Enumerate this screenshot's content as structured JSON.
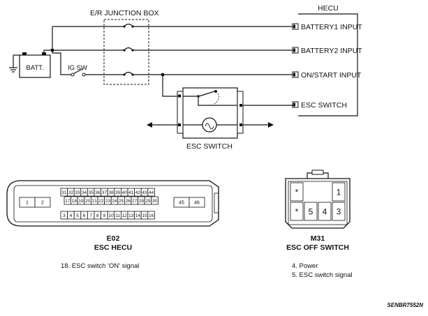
{
  "schematic": {
    "junction_box_label": "E/R JUNCTION BOX",
    "hecu_label": "HECU",
    "battery_label": "BATT.",
    "ig_sw_label": "IG SW",
    "hecu_inputs": [
      "BATTERY1 INPUT",
      "BATTERY2 INPUT",
      "ON/START INPUT",
      "ESC SWITCH"
    ],
    "esc_switch_label": "ESC SWITCH"
  },
  "connector_e02": {
    "code": "E02",
    "name": "ESC HECU",
    "pins_left": [
      "1",
      "2"
    ],
    "pins_top": [
      "31",
      "32",
      "33",
      "34",
      "35",
      "36",
      "37",
      "38",
      "39",
      "40",
      "41",
      "42",
      "43",
      "44"
    ],
    "pins_middle": [
      "17",
      "18",
      "19",
      "20",
      "21",
      "22",
      "23",
      "24",
      "25",
      "26",
      "27",
      "28",
      "29",
      "30"
    ],
    "pins_bottom": [
      "3",
      "4",
      "5",
      "6",
      "7",
      "8",
      "9",
      "10",
      "11",
      "12",
      "13",
      "14",
      "15",
      "16"
    ],
    "pins_right": [
      "45",
      "46"
    ],
    "pin_note": "18. ESC switch 'ON' signal"
  },
  "connector_m31": {
    "code": "M31",
    "name": "ESC OFF SWITCH",
    "pins": [
      "*",
      "1",
      "*",
      "5",
      "4",
      "3"
    ],
    "pin_notes": [
      "4. Power",
      "5. ESC switch signal"
    ]
  },
  "figure_code": "SENBR7552N"
}
